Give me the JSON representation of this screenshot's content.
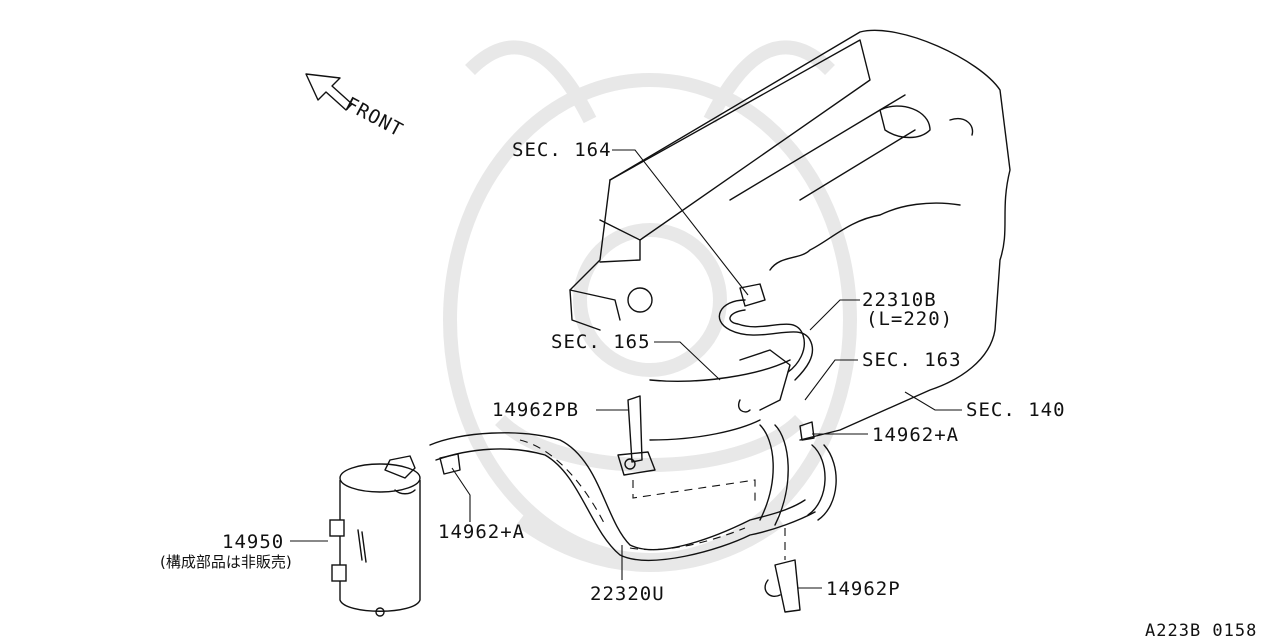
{
  "front_label": "FRONT",
  "callouts": {
    "sec164": "SEC. 164",
    "sec165": "SEC. 165",
    "sec163": "SEC. 163",
    "sec140": "SEC. 140",
    "p22310b": "22310B",
    "p22310b_length": "(L=220)",
    "p14962pb": "14962PB",
    "p14962a_right": "14962+A",
    "p14962a_left": "14962+A",
    "p14950": "14950",
    "p14950_note": "(構成部品は非販売)",
    "p22320u": "22320U",
    "p14962p": "14962P"
  },
  "diagram_code": "A223B 0158"
}
